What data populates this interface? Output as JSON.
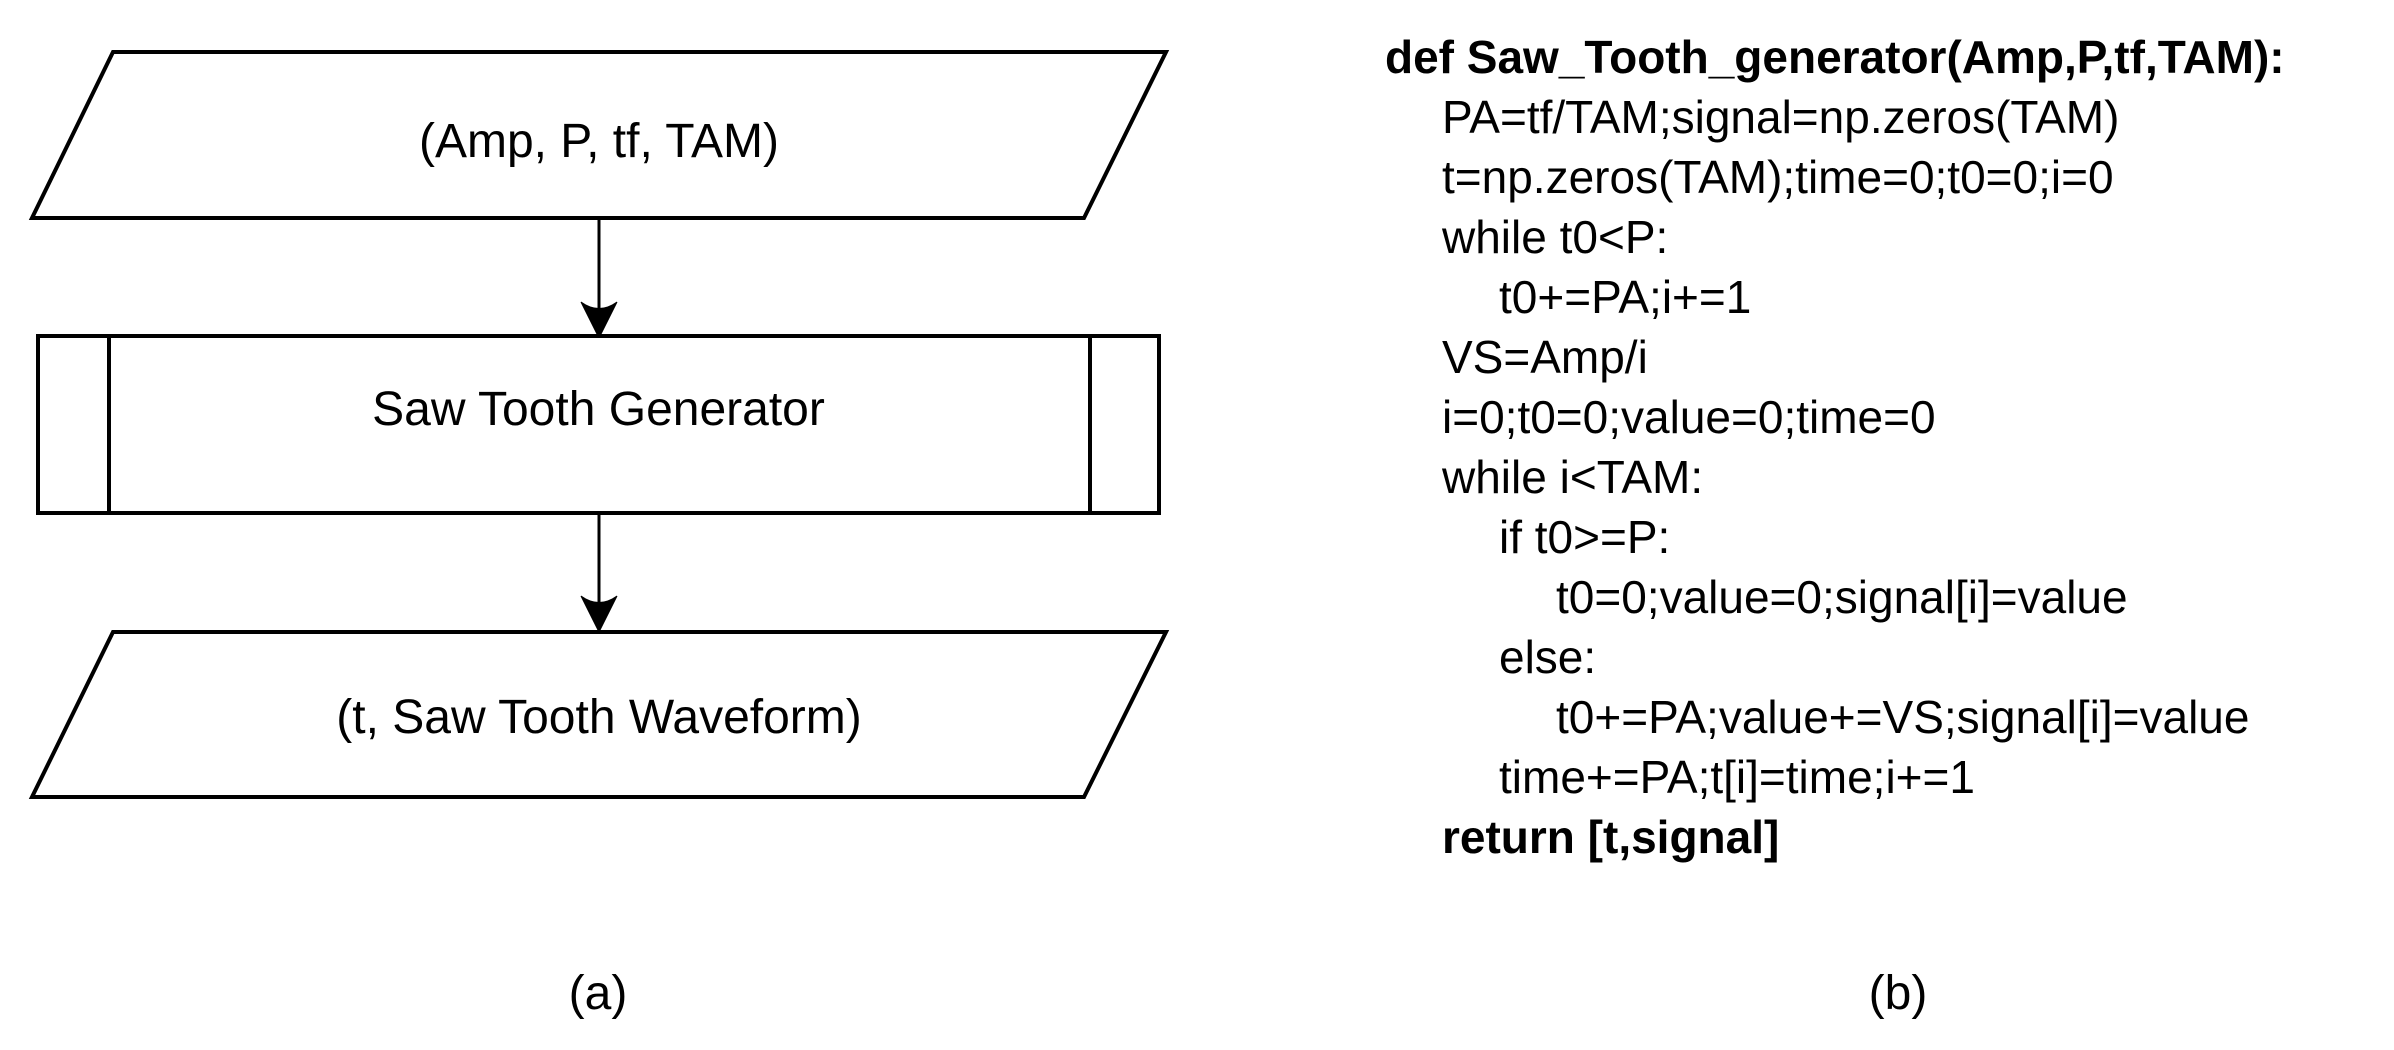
{
  "figure": {
    "colors": {
      "stroke": "#000000",
      "background": "#ffffff"
    },
    "flowchart": {
      "input_label": "(Amp, P, tf, TAM)",
      "process_label": "Saw Tooth Generator",
      "output_label": "(t, Saw Tooth Waveform)",
      "caption": "(a)"
    },
    "code": {
      "caption": "(b)",
      "lines": [
        {
          "text": "def Saw_Tooth_generator(Amp,P,tf,TAM):",
          "indent": 0,
          "bold": true
        },
        {
          "text": "PA=tf/TAM;signal=np.zeros(TAM)",
          "indent": 1,
          "bold": false
        },
        {
          "text": "t=np.zeros(TAM);time=0;t0=0;i=0",
          "indent": 1,
          "bold": false
        },
        {
          "text": "while t0<P:",
          "indent": 1,
          "bold": false
        },
        {
          "text": "t0+=PA;i+=1",
          "indent": 2,
          "bold": false
        },
        {
          "text": "VS=Amp/i",
          "indent": 1,
          "bold": false
        },
        {
          "text": "i=0;t0=0;value=0;time=0",
          "indent": 1,
          "bold": false
        },
        {
          "text": "while i<TAM:",
          "indent": 1,
          "bold": false
        },
        {
          "text": "if t0>=P:",
          "indent": 2,
          "bold": false
        },
        {
          "text": "t0=0;value=0;signal[i]=value",
          "indent": 3,
          "bold": false
        },
        {
          "text": "else:",
          "indent": 2,
          "bold": false
        },
        {
          "text": "t0+=PA;value+=VS;signal[i]=value",
          "indent": 3,
          "bold": false
        },
        {
          "text": "time+=PA;t[i]=time;i+=1",
          "indent": 2,
          "bold": false
        },
        {
          "text": "return [t,signal]",
          "indent": 1,
          "bold": true
        }
      ]
    }
  }
}
